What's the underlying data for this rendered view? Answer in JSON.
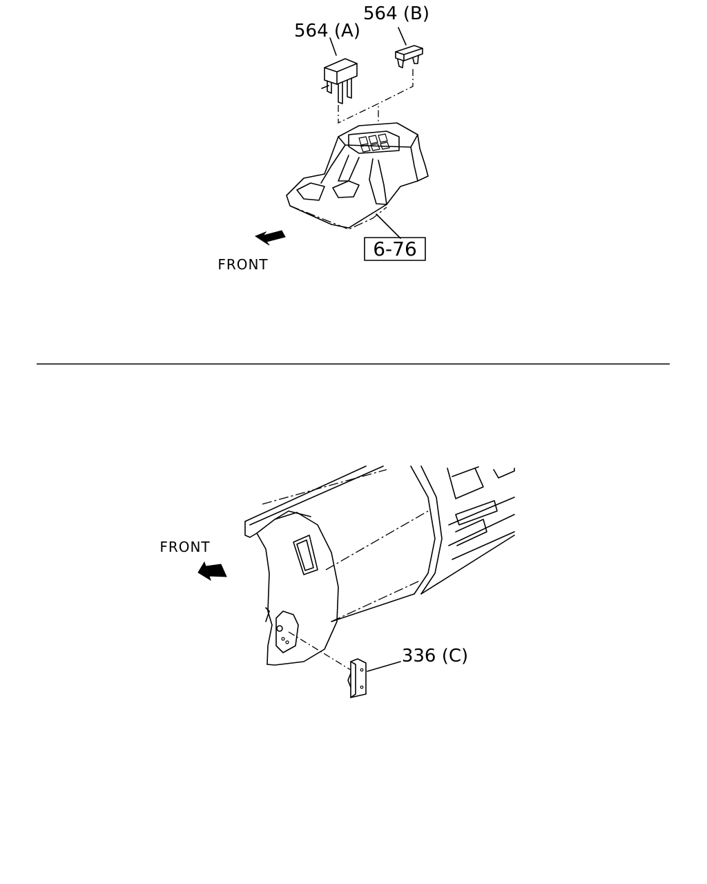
{
  "labels": {
    "part_564a": "564 (A)",
    "part_564b": "564 (B)",
    "ref_box": "6-76",
    "front_top": "FRONT",
    "front_bottom": "FRONT",
    "part_336c": "336 (C)"
  },
  "icons": {
    "front_arrow": "arrow-left-down-icon"
  },
  "colors": {
    "line": "#000000",
    "background": "#ffffff"
  }
}
